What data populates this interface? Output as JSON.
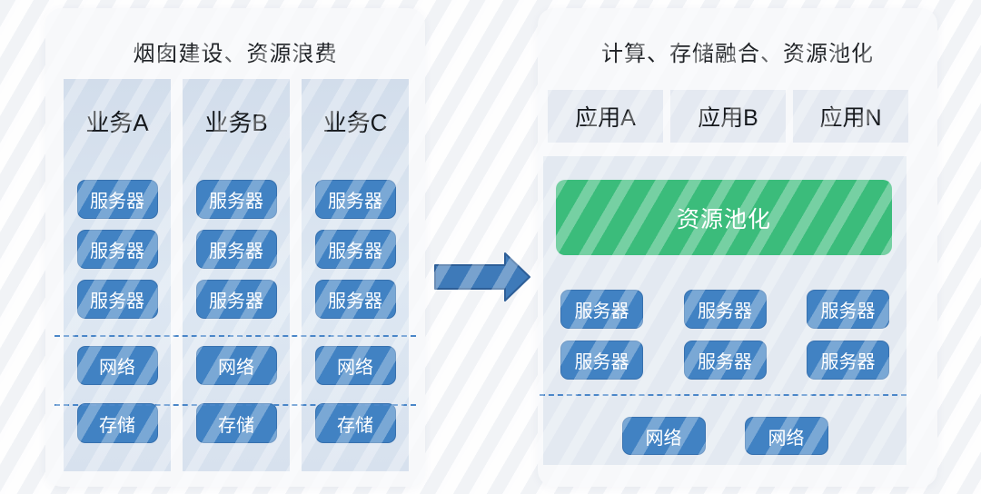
{
  "left_panel": {
    "title": "烟囱建设、资源浪费",
    "columns": [
      {
        "title": "业务A",
        "servers": [
          "服务器",
          "服务器",
          "服务器"
        ],
        "network": "网络",
        "storage": "存储"
      },
      {
        "title": "业务B",
        "servers": [
          "服务器",
          "服务器",
          "服务器"
        ],
        "network": "网络",
        "storage": "存储"
      },
      {
        "title": "业务C",
        "servers": [
          "服务器",
          "服务器",
          "服务器"
        ],
        "network": "网络",
        "storage": "存储"
      }
    ]
  },
  "arrow": {
    "direction": "right"
  },
  "right_panel": {
    "title": "计算、存储融合、资源池化",
    "apps": [
      "应用A",
      "应用B",
      "应用N"
    ],
    "pool_label": "资源池化",
    "servers": [
      "服务器",
      "服务器",
      "服务器",
      "服务器",
      "服务器",
      "服务器"
    ],
    "networks": [
      "网络",
      "网络"
    ]
  },
  "colors": {
    "box_blue": "#4182c3",
    "pool_green": "#3bbc7b",
    "column_bg": "#d7e1ee",
    "container_bg": "#e3e9f1",
    "app_bg": "#e4e9f1",
    "dashed_line": "#4a86c8",
    "arrow_fill": "#3e7ab9",
    "arrow_stroke": "#2d5e97",
    "card_bg": "#f7f8fa",
    "title_text": "#1f2226"
  }
}
